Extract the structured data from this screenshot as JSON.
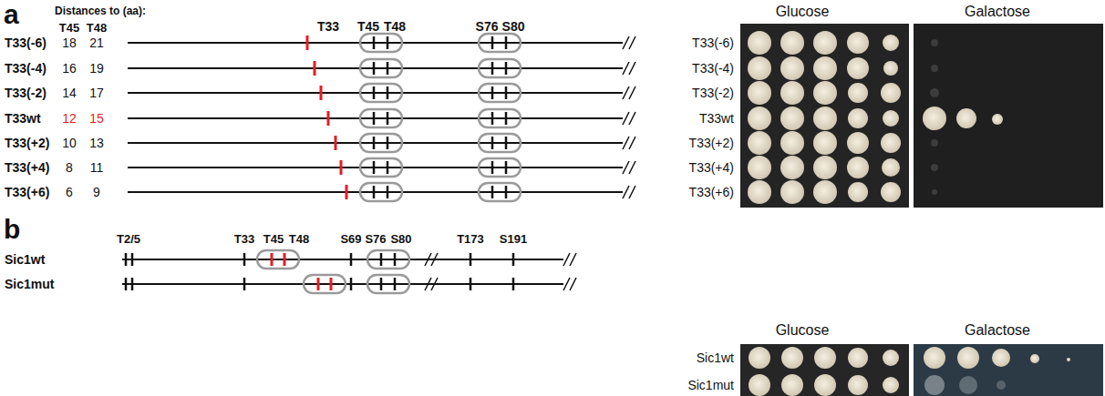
{
  "diagram": {
    "labels": [
      "a",
      "Distances to (aa):",
      "T45",
      "T48",
      "T33",
      "T45",
      "T48",
      "S76",
      "S80",
      "T33(-6)",
      "18",
      "21",
      "T33(-4)",
      "16",
      "19",
      "T33(-2)",
      "14",
      "17",
      "T33wt",
      "12",
      "15",
      "T33(+2)",
      "10",
      "13",
      "T33(+4)",
      "8",
      "11",
      "T33(+6)",
      "6",
      "9",
      "Glucose",
      "Galactose",
      "T33(-6)",
      "T33(-4)",
      "T33(-2)",
      "T33wt",
      "T33(+2)",
      "T33(+4)",
      "T33(+6)",
      "b",
      "T2/5",
      "T33",
      "T45",
      "T48",
      "S69",
      "S76",
      "S80",
      "T173",
      "S191",
      "Sic1wt",
      "Sic1mut",
      "Glucose",
      "Galactose",
      "Sic1wt",
      "Sic1mut"
    ]
  }
}
